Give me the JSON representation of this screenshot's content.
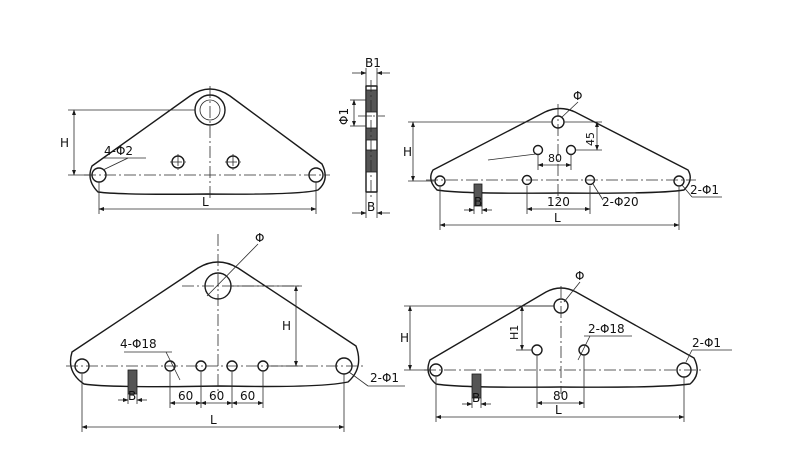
{
  "views": {
    "view1": {
      "H": "H",
      "holes": "4-Φ2",
      "L": "L"
    },
    "side": {
      "B1": "B1",
      "phi1": "Φ1",
      "B": "B"
    },
    "view2": {
      "phi": "Φ",
      "d45": "45",
      "d80": "80",
      "H": "H",
      "B": "B",
      "d120": "120",
      "holes_small": "2-Φ20",
      "holes_end": "2-Φ1",
      "L": "L"
    },
    "view3": {
      "phi": "Φ",
      "holes": "4-Φ18",
      "H": "H",
      "B": "B",
      "p1": "60",
      "p2": "60",
      "p3": "60",
      "holes_end": "2-Φ1",
      "L": "L"
    },
    "view4": {
      "phi": "Φ",
      "H": "H",
      "H1": "H1",
      "holes_mid": "2-Φ18",
      "holes_end": "2-Φ1",
      "B": "B",
      "d80": "80",
      "L": "L"
    }
  }
}
